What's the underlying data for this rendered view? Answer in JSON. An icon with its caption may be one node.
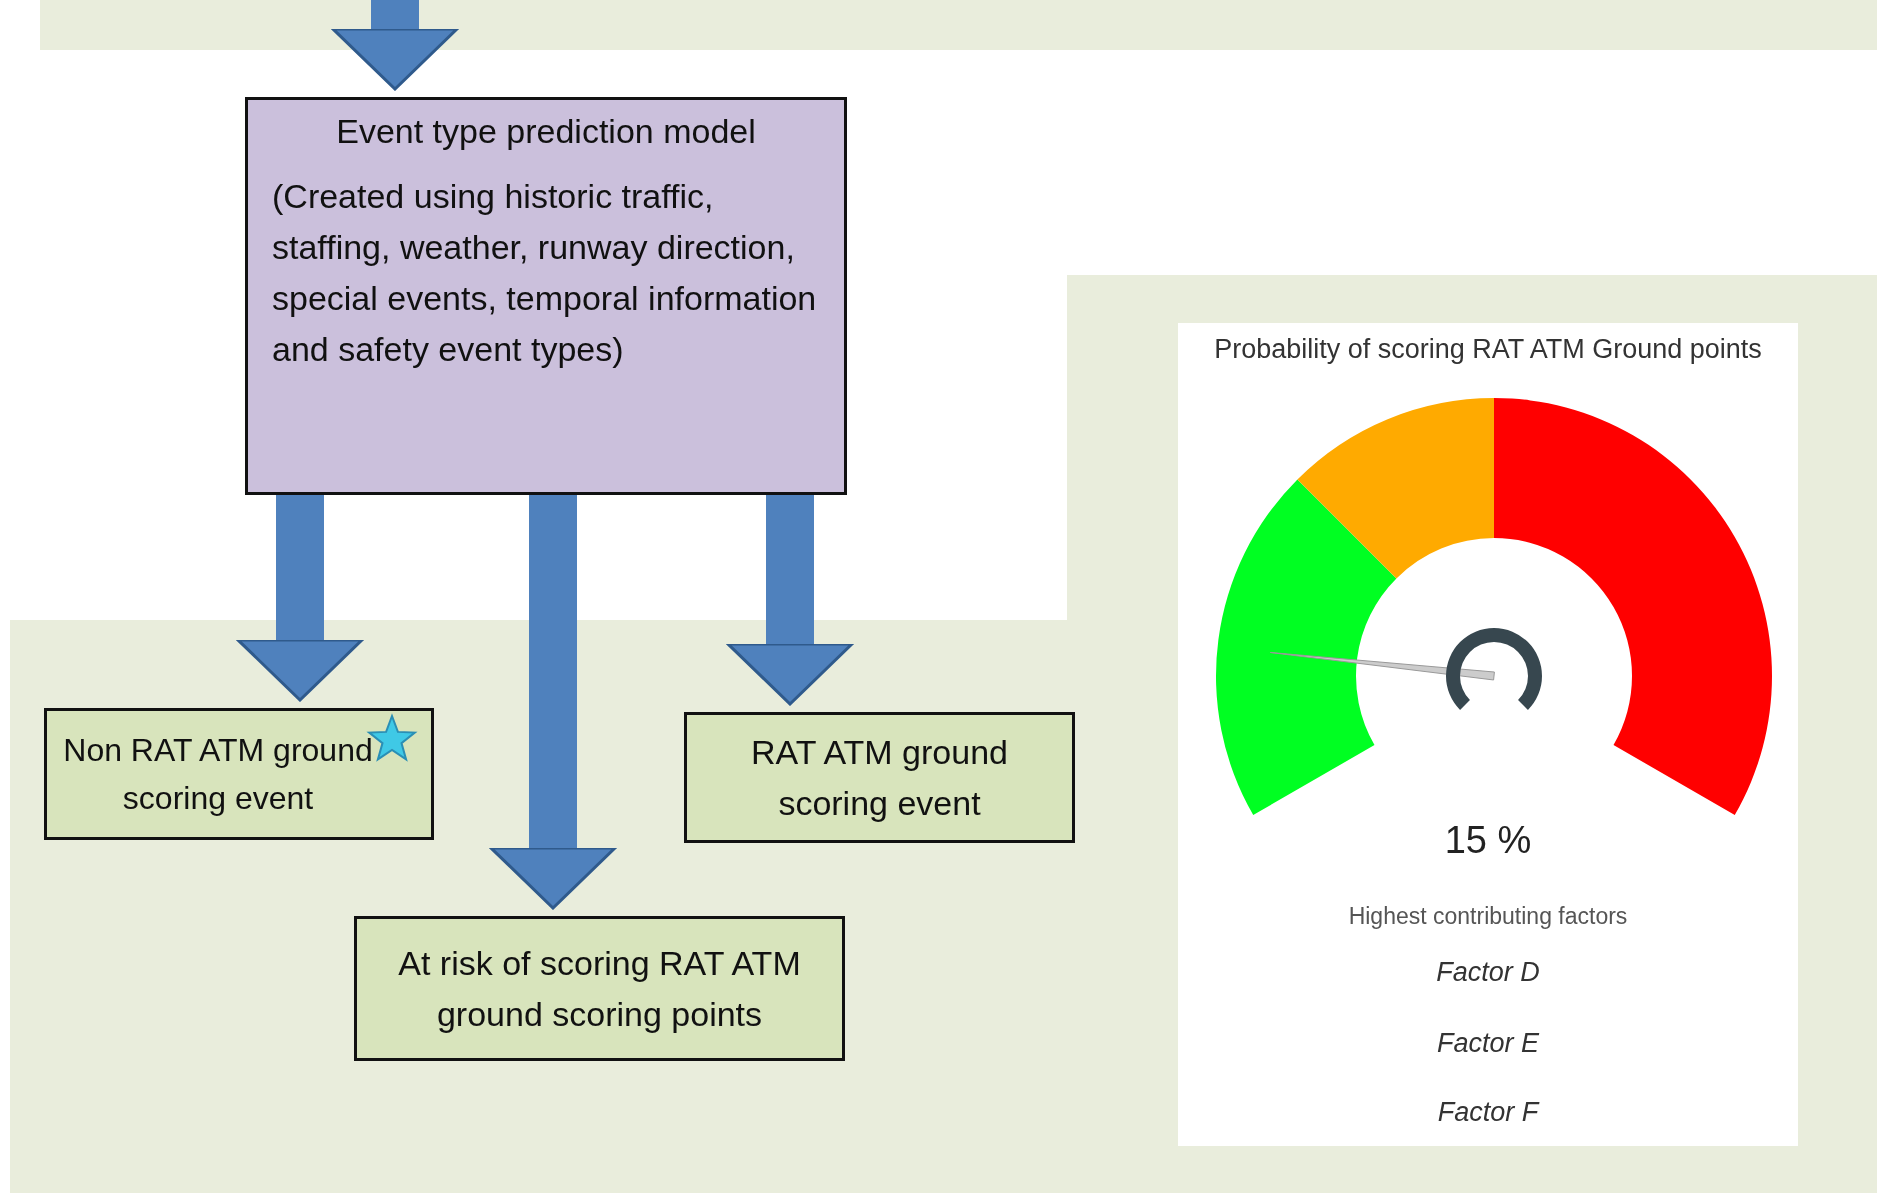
{
  "diagram": {
    "nodes": [
      {
        "text": [
          "Event type prediction model",
          "(Created using historic traffic, staffing, weather, runway direction, special events, temporal information and safety event types)"
        ]
      },
      {
        "text": [
          "Non RAT ATM ground scoring event"
        ]
      },
      {
        "text": [
          "RAT ATM ground scoring event"
        ]
      },
      {
        "text": [
          "At risk of scoring RAT ATM ground scoring points"
        ]
      }
    ],
    "edges": [
      {
        "from": null,
        "to": 0,
        "arrow": "to"
      },
      {
        "from": 0,
        "to": 1,
        "arrow": "to"
      },
      {
        "from": 0,
        "to": 3,
        "arrow": "to"
      },
      {
        "from": 0,
        "to": 2,
        "arrow": "to"
      }
    ],
    "labels": [
      "Probability of scoring RAT ATM Ground points",
      "15 %",
      "Highest contributing factors",
      "Factor D",
      "Factor E",
      "Factor F"
    ]
  }
}
